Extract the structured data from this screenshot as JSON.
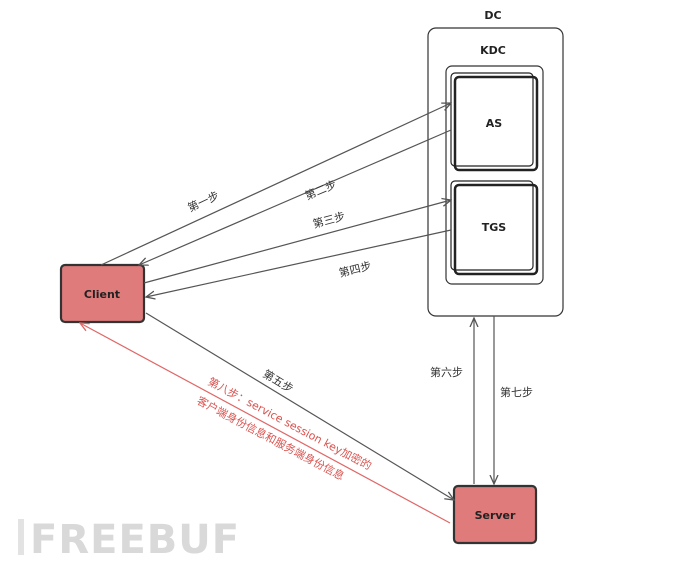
{
  "diagram": {
    "nodes": {
      "dc": "DC",
      "kdc": "KDC",
      "as": "AS",
      "tgs": "TGS",
      "client": "Client",
      "server": "Server"
    },
    "steps": {
      "step1": "第一步",
      "step2": "第二步",
      "step3": "第三步",
      "step4": "第四步",
      "step5": "第五步",
      "step6": "第六步",
      "step7": "第七步",
      "step8_line1": "第八步：service session key加密的",
      "step8_line2": "客户端身份信息和服务端身份信息"
    },
    "colors": {
      "node_fill": "#e07b7b",
      "arrow": "#555555",
      "step8_arrow": "#e06666"
    }
  },
  "watermark": {
    "text": "FREEBUF"
  }
}
